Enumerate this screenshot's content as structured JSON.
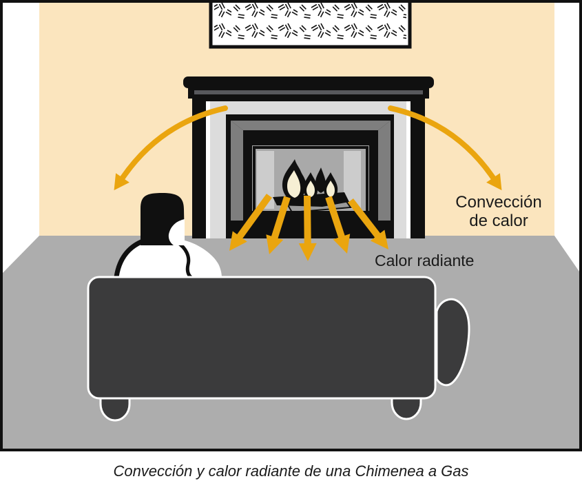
{
  "figure": {
    "caption": "Convección y calor radiante de una Chimenea a Gas",
    "labels": {
      "convection_line1": "Convección",
      "convection_line2": "de calor",
      "radiant": "Calor radiante"
    }
  },
  "colors": {
    "wall": "#FBE5BE",
    "floor": "#ADADAD",
    "arrow": "#EAA50F",
    "couch": "#3B3B3C",
    "fireplace_black": "#101010",
    "surround": "#DCDCDC",
    "bevel": "#7E7E7E",
    "firebox": "#A9A9A9",
    "pillar": "#CCCCCC",
    "flame": "#F6EFD4",
    "text": "#1A1A1A"
  }
}
